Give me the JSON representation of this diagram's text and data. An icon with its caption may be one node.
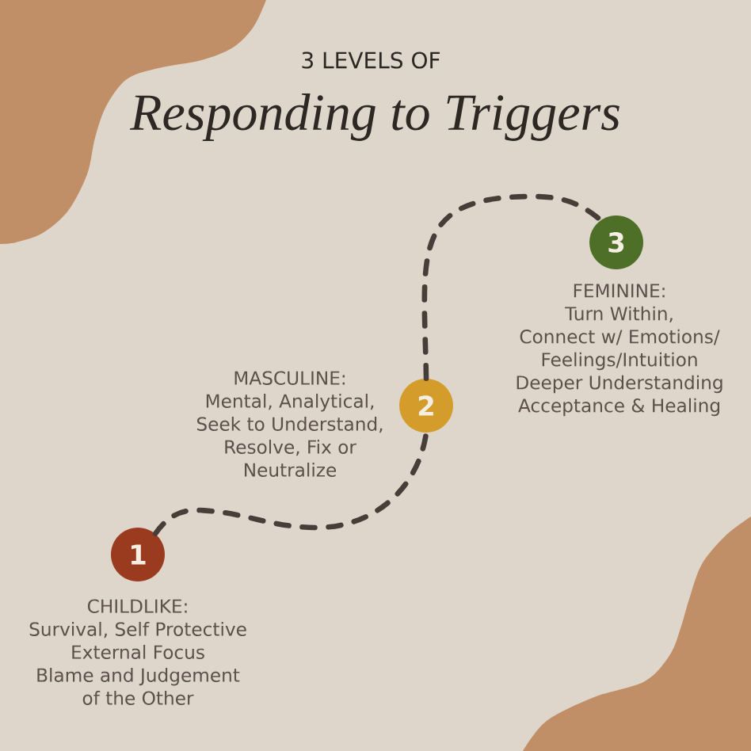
{
  "diagram": {
    "title": "Responding to Triggers",
    "nodes": [
      {
        "text": [
          "1"
        ],
        "beside": [
          "CHILDLIKE:",
          "Survival, Self Protective",
          "External Focus",
          "Blame and Judgement of the Other"
        ]
      },
      {
        "text": [
          "2"
        ],
        "beside": [
          "MASCULINE:",
          "Mental, Analytical, Seek to Understand, Resolve, Fix or Neutralize"
        ]
      },
      {
        "text": [
          "3"
        ],
        "beside": [
          "FEMININE:",
          "Turn Within,",
          "Connect w/ Emotions/ Feelings/Intuition",
          "Deeper Understanding",
          "Acceptance & Healing"
        ]
      }
    ],
    "edges": [
      {
        "from": 0,
        "to": 1,
        "arrow": "none",
        "style": "dashed"
      },
      {
        "from": 1,
        "to": 2,
        "arrow": "none",
        "style": "dashed"
      }
    ],
    "labels": [
      "3 LEVELS OF"
    ]
  }
}
